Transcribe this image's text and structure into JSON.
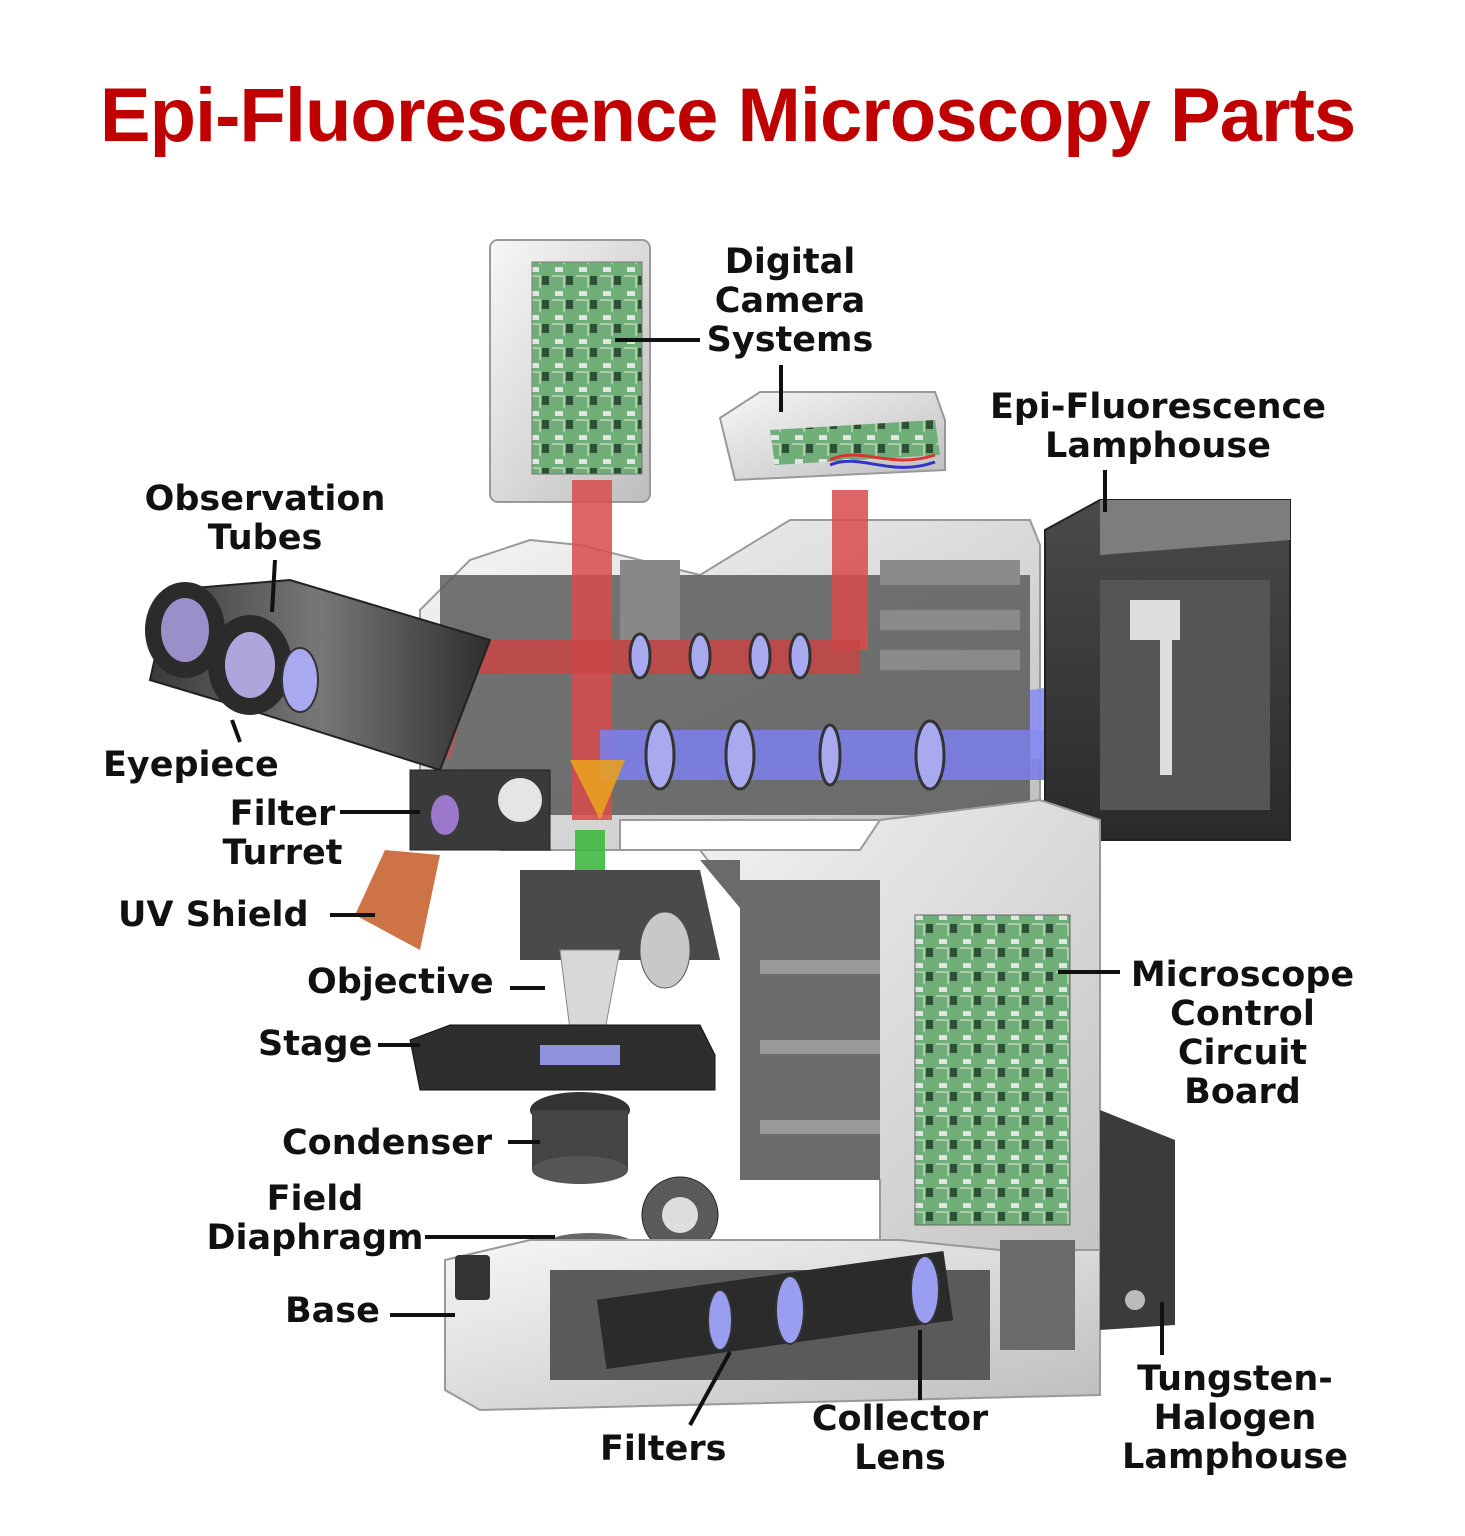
{
  "title": "Epi-Fluorescence Microscopy Parts",
  "colors": {
    "title": "#c00000",
    "light_path": "#d94b4b",
    "excitation_path": "#7b7fe6",
    "emission_path": "#3fb83f",
    "uv_shield": "#c86432",
    "body": "#e6e6e6",
    "cutaway": "#5a5a5a",
    "circuit": "#5fa06a"
  },
  "labels": {
    "digital_camera": [
      "Digital",
      "Camera",
      "Systems"
    ],
    "epi_lamphouse": [
      "Epi-Fluorescence",
      "Lamphouse"
    ],
    "observation_tubes": [
      "Observation",
      "Tubes"
    ],
    "eyepiece": "Eyepiece",
    "filter_turret": [
      "Filter",
      "Turret"
    ],
    "uv_shield": "UV Shield",
    "objective": "Objective",
    "stage": "Stage",
    "condenser": "Condenser",
    "field_diaphragm": [
      "Field",
      "Diaphragm"
    ],
    "base": "Base",
    "filters": "Filters",
    "collector_lens": [
      "Collector",
      "Lens"
    ],
    "microscope_control": [
      "Microscope",
      "Control",
      "Circuit",
      "Board"
    ],
    "tungsten_lamphouse": [
      "Tungsten-",
      "Halogen",
      "Lamphouse"
    ]
  }
}
